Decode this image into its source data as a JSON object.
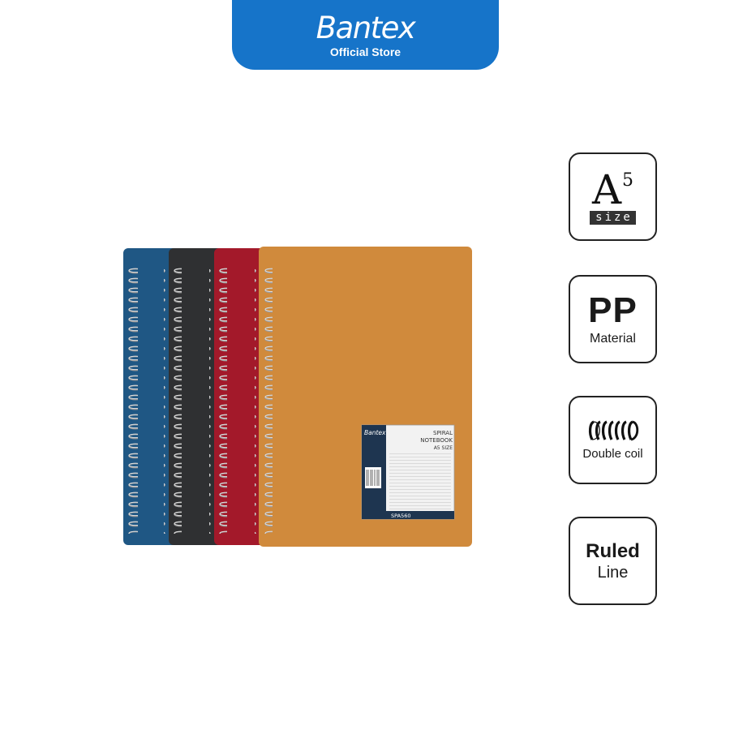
{
  "header": {
    "brand": "Bantex",
    "subtitle": "Official Store",
    "color": "#1674c9"
  },
  "product": {
    "cover_colors": [
      "#1f5784",
      "#2f3032",
      "#a3192a",
      "#d08a3c"
    ],
    "label": {
      "brand": "Bantex",
      "line1": "SPIRAL",
      "line2": "NOTEBOOK",
      "line3": "A5 SIZE",
      "code": "SPA560"
    }
  },
  "features": [
    {
      "id": "size",
      "main": "A",
      "sup": "5",
      "sub": "size"
    },
    {
      "id": "material",
      "main": "PP",
      "sub": "Material"
    },
    {
      "id": "binding",
      "icon": "double-coil-icon",
      "sub": "Double coil"
    },
    {
      "id": "paper",
      "main": "Ruled",
      "sub": "Line"
    }
  ]
}
